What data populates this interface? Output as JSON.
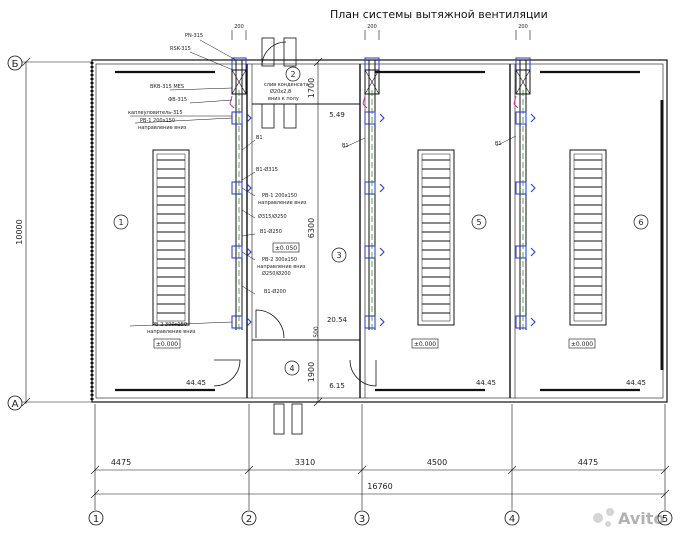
{
  "title": "План системы вытяжной вентиляции",
  "axes_letters": {
    "b": "Б",
    "a": "А"
  },
  "axes_numbers": [
    "1",
    "2",
    "3",
    "4",
    "5"
  ],
  "rooms": [
    "1",
    "2",
    "3",
    "4",
    "5",
    "6"
  ],
  "dims_bottom": [
    "4475",
    "3310",
    "4500",
    "4475"
  ],
  "dim_total": "16760",
  "dim_left": "10000",
  "dims_mid": [
    "1700",
    "6300",
    "1900"
  ],
  "dim_top_small": "200",
  "dim_500": "500",
  "areas": {
    "r1": "44.45",
    "r2": "5.49",
    "r3": "20.54",
    "r4": "6.15",
    "r5": "44.45",
    "r6": "44.45"
  },
  "levels": {
    "r1": "±0.000",
    "r3": "±0.050",
    "r5": "±0.000",
    "r6": "±0.000"
  },
  "labels": {
    "pn": "PN-315",
    "rsk": "RSK-315",
    "vkv": "ВКВ-315 MES",
    "fb": "ФВ-315",
    "kalor": "каплеуловитель-315",
    "pv1a": "РВ-1 200х150",
    "pv1a_dir": "направление вниз",
    "v1": "В1",
    "v1_315": "В1-Ø315",
    "pv1b": "РВ-1 200х150",
    "pv1b_dir": "направление вниз",
    "trans": "Ø315/Ø250",
    "v1_250": "В1-Ø250",
    "pv2a": "РВ-2 300х150",
    "pv2a_dir": "направление вниз",
    "trans2": "Ø250/Ø200",
    "v1_200": "В1-Ø200",
    "pv2b": "РВ-2 300х150",
    "pv2b_dir": "направление вниз",
    "drain1": "слив конденсата",
    "drain2": "Ø20х2,8",
    "drain3": "вниз к полу",
    "v1_r5": "В1",
    "v1_r6": "В1"
  },
  "watermark": "Avito"
}
